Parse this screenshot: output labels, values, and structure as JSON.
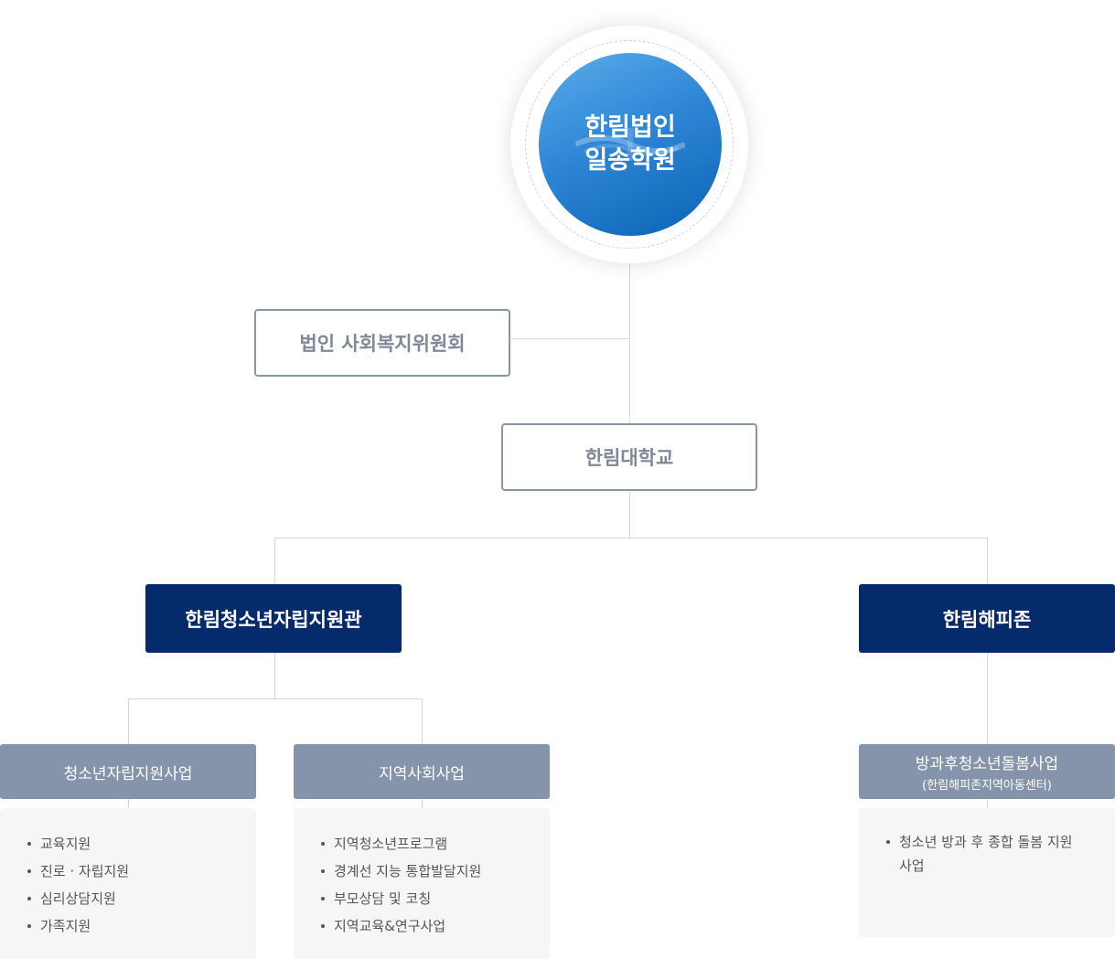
{
  "root": {
    "line1": "한림법인",
    "line2": "일송학원"
  },
  "committee": {
    "label": "법인 사회복지위원회"
  },
  "university": {
    "label": "한림대학교"
  },
  "youth_center": {
    "label": "한림청소년자립지원관",
    "programs": [
      {
        "title": "청소년자립지원사업",
        "items": [
          "교육지원",
          "진로 · 자립지원",
          "심리상담지원",
          "가족지원"
        ]
      },
      {
        "title": "지역사회사업",
        "items": [
          "지역청소년프로그램",
          "경계선 지능 통합발달지원",
          "부모상담 및 코칭",
          "지역교육&연구사업"
        ]
      }
    ]
  },
  "happy_zone": {
    "label": "한림해피존",
    "program": {
      "title": "방과후청소년돌봄사업",
      "subtitle": "(한림해피존지역아동센터)",
      "items": [
        "청소년 방과 후 종합 돌봄 지원 사업"
      ]
    }
  },
  "colors": {
    "navy": "#052b6c",
    "gray_box": "#8594aa",
    "outline": "#8896ab",
    "circle_blue": "#2f86d6"
  }
}
